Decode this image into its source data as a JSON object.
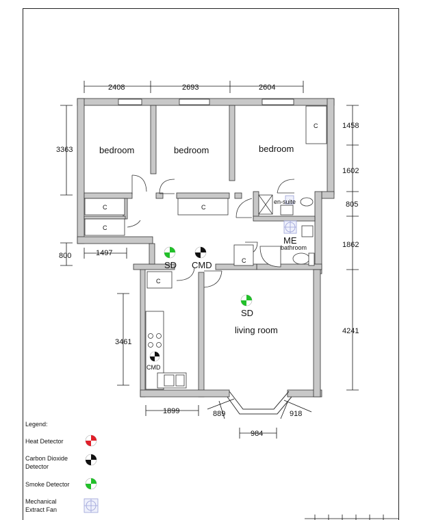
{
  "rooms": {
    "bedroom_1": "bedroom",
    "bedroom_2": "bedroom",
    "bedroom_3": "bedroom",
    "living_room": "living room",
    "en_suite": "en-suite",
    "bathroom": "bathroom",
    "me": "ME",
    "cupboard": "C"
  },
  "detectors": {
    "sd": "SD",
    "cmd": "CMD"
  },
  "dimensions": {
    "top_1": "2408",
    "top_2": "2693",
    "top_3": "2604",
    "left_bedroom": "3363",
    "left_small": "800",
    "hall_width": "1497",
    "kitchen_height": "3461",
    "kitchen_width": "1899",
    "bay_left": "889",
    "bay_center": "984",
    "bay_right": "918",
    "right_1": "1458",
    "right_2": "1602",
    "right_3": "805",
    "right_4": "1862",
    "right_5": "4241"
  },
  "legend": {
    "title": "Legend:",
    "heat": "Heat Detector",
    "co2_line1": "Carbon Dioxide",
    "co2_line2": "Detector",
    "smoke": "Smoke Detector",
    "fan_line1": "Mechanical",
    "fan_line2": "Extract Fan"
  },
  "colors": {
    "wall": "#c8c8c8",
    "wall_edge": "#333333",
    "heat": "#e0202a",
    "smoke": "#22c02a",
    "co2": "#111111",
    "fan": "#9aa0d8"
  }
}
